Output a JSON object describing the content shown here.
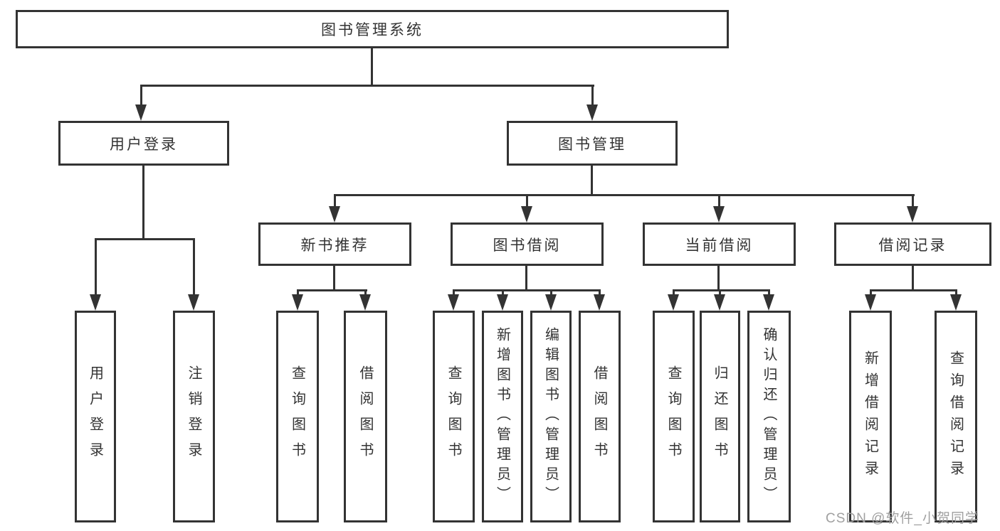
{
  "root": {
    "label": "图书管理系统"
  },
  "branches": [
    {
      "label": "用户登录",
      "leaves": [
        {
          "label": "用户登录"
        },
        {
          "label": "注销登录"
        }
      ]
    },
    {
      "label": "图书管理",
      "sections": [
        {
          "label": "新书推荐",
          "leaves": [
            {
              "label": "查询图书"
            },
            {
              "label": "借阅图书"
            }
          ]
        },
        {
          "label": "图书借阅",
          "leaves": [
            {
              "label": "查询图书"
            },
            {
              "label": "新增图书（管理员）"
            },
            {
              "label": "编辑图书（管理员）"
            },
            {
              "label": "借阅图书"
            }
          ]
        },
        {
          "label": "当前借阅",
          "leaves": [
            {
              "label": "查询图书"
            },
            {
              "label": "归还图书"
            },
            {
              "label": "确认归还（管理员）"
            }
          ]
        },
        {
          "label": "借阅记录",
          "leaves": [
            {
              "label": "新增借阅记录"
            },
            {
              "label": "查询借阅记录"
            }
          ]
        }
      ]
    }
  ],
  "watermark": {
    "text": "CSDN @软件_小贺同学"
  },
  "colors": {
    "line": "#333333",
    "text": "#333333",
    "background": "#ffffff",
    "watermark": "#a0a0a0"
  }
}
